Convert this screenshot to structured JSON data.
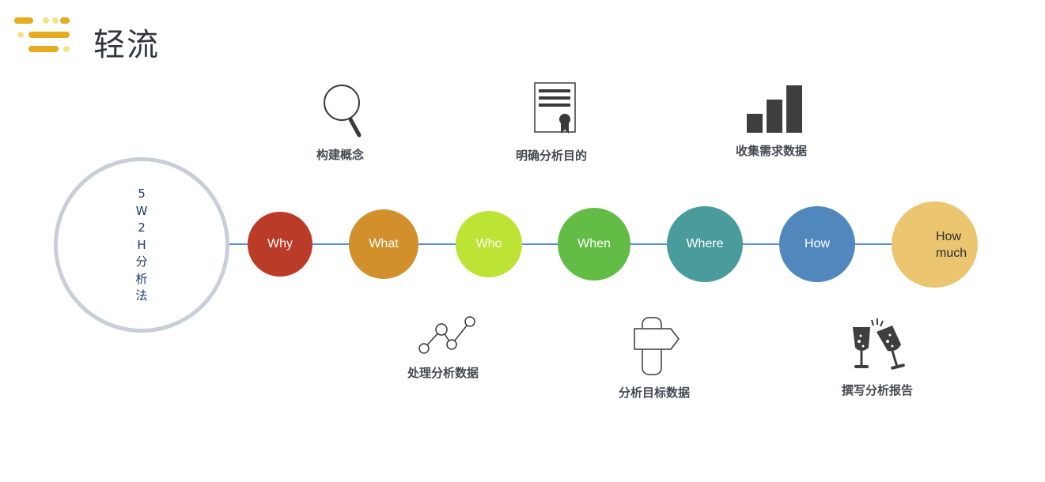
{
  "brand": {
    "name": "轻流",
    "colors": {
      "gold": "#e6ac1f",
      "dot": "#f0e48a"
    }
  },
  "diagram": {
    "center_label_chars": [
      "5",
      "W",
      "2",
      "H",
      "分",
      "析",
      "法"
    ],
    "nodes": [
      {
        "label": "Why",
        "color": "#ba3b27"
      },
      {
        "label": "What",
        "color": "#d2902c"
      },
      {
        "label": "Who",
        "color": "#bde334"
      },
      {
        "label": "When",
        "color": "#63bc45"
      },
      {
        "label": "Where",
        "color": "#4a9c9c"
      },
      {
        "label": "How",
        "color": "#5088be"
      },
      {
        "label_line1": "How",
        "label_line2": "much",
        "color": "#ebc570"
      }
    ],
    "steps": [
      {
        "label": "构建概念",
        "icon": "magnifier-icon"
      },
      {
        "label": "明确分析目的",
        "icon": "certificate-icon"
      },
      {
        "label": "收集需求数据",
        "icon": "bar-chart-icon"
      },
      {
        "label": "处理分析数据",
        "icon": "line-graph-icon"
      },
      {
        "label": "分析目标数据",
        "icon": "signpost-icon"
      },
      {
        "label": "撰写分析报告",
        "icon": "champagne-icon"
      }
    ],
    "line_color": "#5b8fd4"
  }
}
